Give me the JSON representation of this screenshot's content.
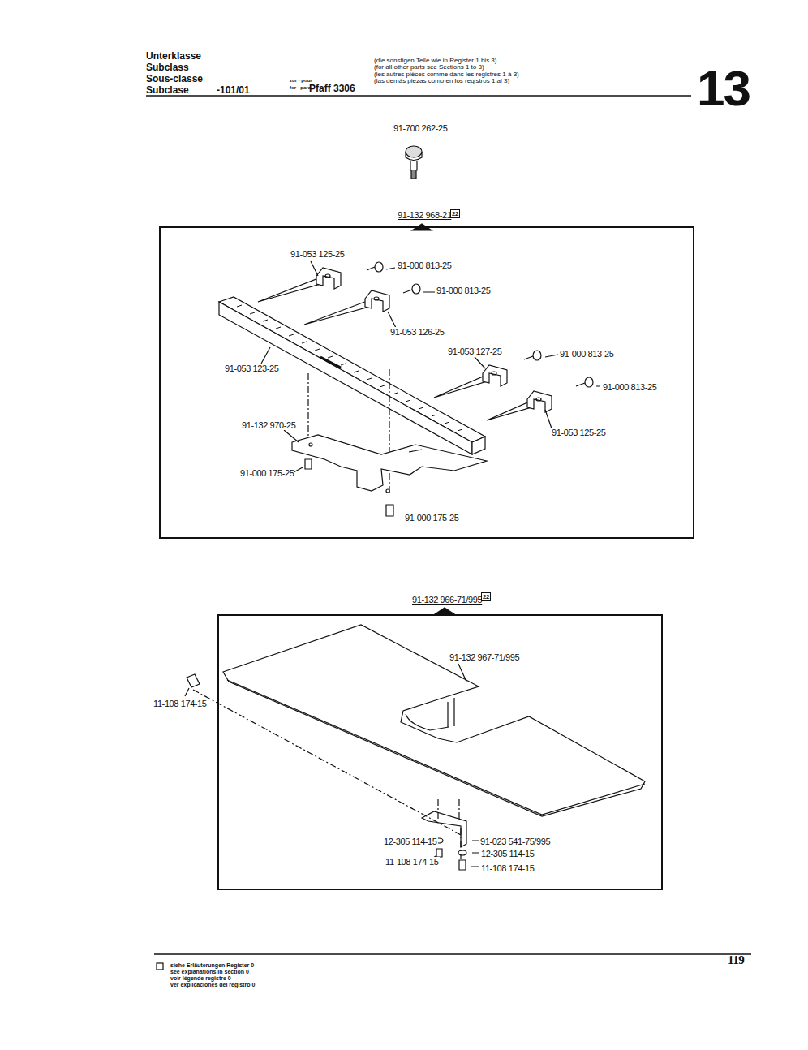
{
  "diagram": {
    "nodes": [
      {
        "text": [
          "91-132 968-21"
        ]
      },
      {
        "text": [
          "91-132 966-71/995"
        ]
      }
    ],
    "labels": [
      "Unterklasse",
      "Subclass",
      "Sous-classe",
      "Subclase",
      "-101/01",
      "zur · pour",
      "for · para",
      "Pfaff 3306",
      "(die sonstigen Teile wie in Register 1 bis 3)",
      "(for all other parts see Sections 1 to 3)",
      "(les autres pièces comme dans les registres 1 à 3)",
      "(las demás piezas como en los registros 1 al 3)",
      "13",
      "91-700 262-25",
      "22",
      "91-053 125-25",
      "91-000 813-25",
      "91-000 813-25",
      "91-053 126-25",
      "91-053 127-25",
      "91-000 813-25",
      "91-000 813-25",
      "91-053 123-25",
      "91-132 970-25",
      "91-053 125-25",
      "91-000 175-25",
      "91-000 175-25",
      "22",
      "91-132 967-71/995",
      "11-108 174-15",
      "12-305 114-15",
      "91-023 541-75/995",
      "12-305 114-15",
      "11-108 174-15",
      "11-108 174-15",
      "siehe Erläuterungen Register 0",
      "see explanations in section 0",
      "voir légende registre 0",
      "ver explicaciones del registro 0",
      "119"
    ]
  }
}
